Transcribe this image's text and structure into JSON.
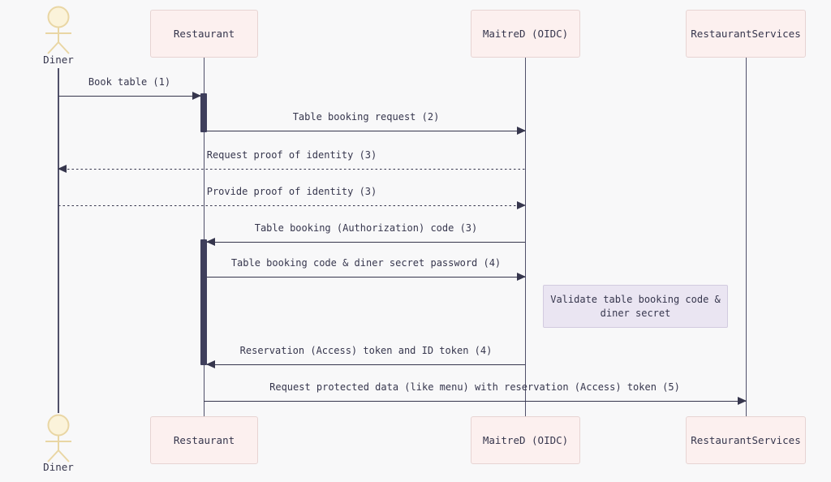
{
  "diagram": {
    "type": "sequence",
    "actors": [
      {
        "name": "Diner",
        "kind": "actor"
      },
      {
        "name": "Restaurant",
        "kind": "participant"
      },
      {
        "name": "MaitreD (OIDC)",
        "kind": "participant"
      },
      {
        "name": "RestaurantServices",
        "kind": "participant"
      }
    ],
    "messages": [
      {
        "from": "Diner",
        "to": "Restaurant",
        "label": "Book table (1)",
        "line": "solid"
      },
      {
        "from": "Restaurant",
        "to": "MaitreD (OIDC)",
        "label": "Table booking request (2)",
        "line": "solid"
      },
      {
        "from": "MaitreD (OIDC)",
        "to": "Diner",
        "label": "Request proof of identity (3)",
        "line": "dashed"
      },
      {
        "from": "Diner",
        "to": "MaitreD (OIDC)",
        "label": "Provide proof of identity (3)",
        "line": "dashed"
      },
      {
        "from": "MaitreD (OIDC)",
        "to": "Restaurant",
        "label": "Table booking (Authorization) code (3)",
        "line": "solid"
      },
      {
        "from": "Restaurant",
        "to": "MaitreD (OIDC)",
        "label": "Table booking code & diner secret password (4)",
        "line": "solid"
      },
      {
        "from": "MaitreD (OIDC)",
        "to": "Restaurant",
        "label": "Reservation (Access) token and ID token (4)",
        "line": "solid"
      },
      {
        "from": "Restaurant",
        "to": "RestaurantServices",
        "label": "Request protected data (like menu) with reservation (Access) token (5)",
        "line": "solid"
      }
    ],
    "note": {
      "position": "right of MaitreD (OIDC)",
      "text": "Validate table booking code & diner secret"
    },
    "activations": [
      {
        "participant": "Restaurant",
        "span": "Book table -> Table booking request"
      },
      {
        "participant": "Restaurant",
        "span": "Authorization code -> Reservation token"
      }
    ],
    "colors": {
      "background": "#f8f8f9",
      "participant_fill": "#fcf0ef",
      "participant_border": "#e7d4d3",
      "note_fill": "#eae5f2",
      "note_border": "#d2cbdf",
      "line": "#36364d",
      "text": "#36364d",
      "activation": "#3f3f5c",
      "actor_stroke": "#e9d6a4",
      "actor_fill": "#fbf3da"
    }
  }
}
